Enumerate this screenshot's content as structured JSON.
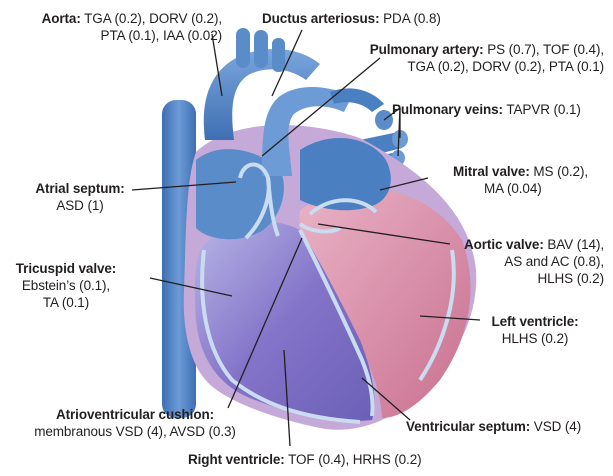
{
  "labels": {
    "aorta": {
      "title": "Aorta:",
      "line1": "TGA (0.2), DORV (0.2),",
      "line2": "PTA (0.1), IAA (0.02)"
    },
    "ductus": {
      "title": "Ductus arteriosus:",
      "line1": "PDA (0.8)"
    },
    "pulmonary_artery": {
      "title": "Pulmonary artery:",
      "line1": "PS (0.7), TOF (0.4),",
      "line2": "TGA (0.2), DORV (0.2), PTA (0.1)"
    },
    "pulmonary_veins": {
      "title": "Pulmonary veins:",
      "line1": "TAPVR (0.1)"
    },
    "atrial_septum": {
      "title": "Atrial septum:",
      "line2": "ASD (1)"
    },
    "mitral_valve": {
      "title": "Mitral valve:",
      "line1": "MS (0.2),",
      "line2": "MA (0.04)"
    },
    "aortic_valve": {
      "title": "Aortic valve:",
      "line1": "BAV (14),",
      "line2": "AS and AC (0.8),",
      "line3": "HLHS (0.2)"
    },
    "tricuspid_valve": {
      "title": "Tricuspid valve:",
      "line2": "Ebstein’s (0.1),",
      "line3": "TA (0.1)"
    },
    "left_ventricle": {
      "title": "Left ventricle:",
      "line2": "HLHS (0.2)"
    },
    "av_cushion": {
      "title": "Atrioventricular cushion:",
      "line2": "membranous VSD (4), AVSD (0.3)"
    },
    "ventricular_septum": {
      "title": "Ventricular septum:",
      "line1": "VSD (4)"
    },
    "right_ventricle": {
      "title": "Right ventricle:",
      "line1": "TOF (0.4), HRHS (0.2)"
    }
  },
  "colors": {
    "vessel_blue": "#4a7fc1",
    "vessel_light": "#7aa6dd",
    "left_ventricle_pink": "#d98aa6",
    "right_ventricle_purple": "#8474c9",
    "chamber_outline": "#c9dcf0",
    "leader_line": "#231f20"
  }
}
